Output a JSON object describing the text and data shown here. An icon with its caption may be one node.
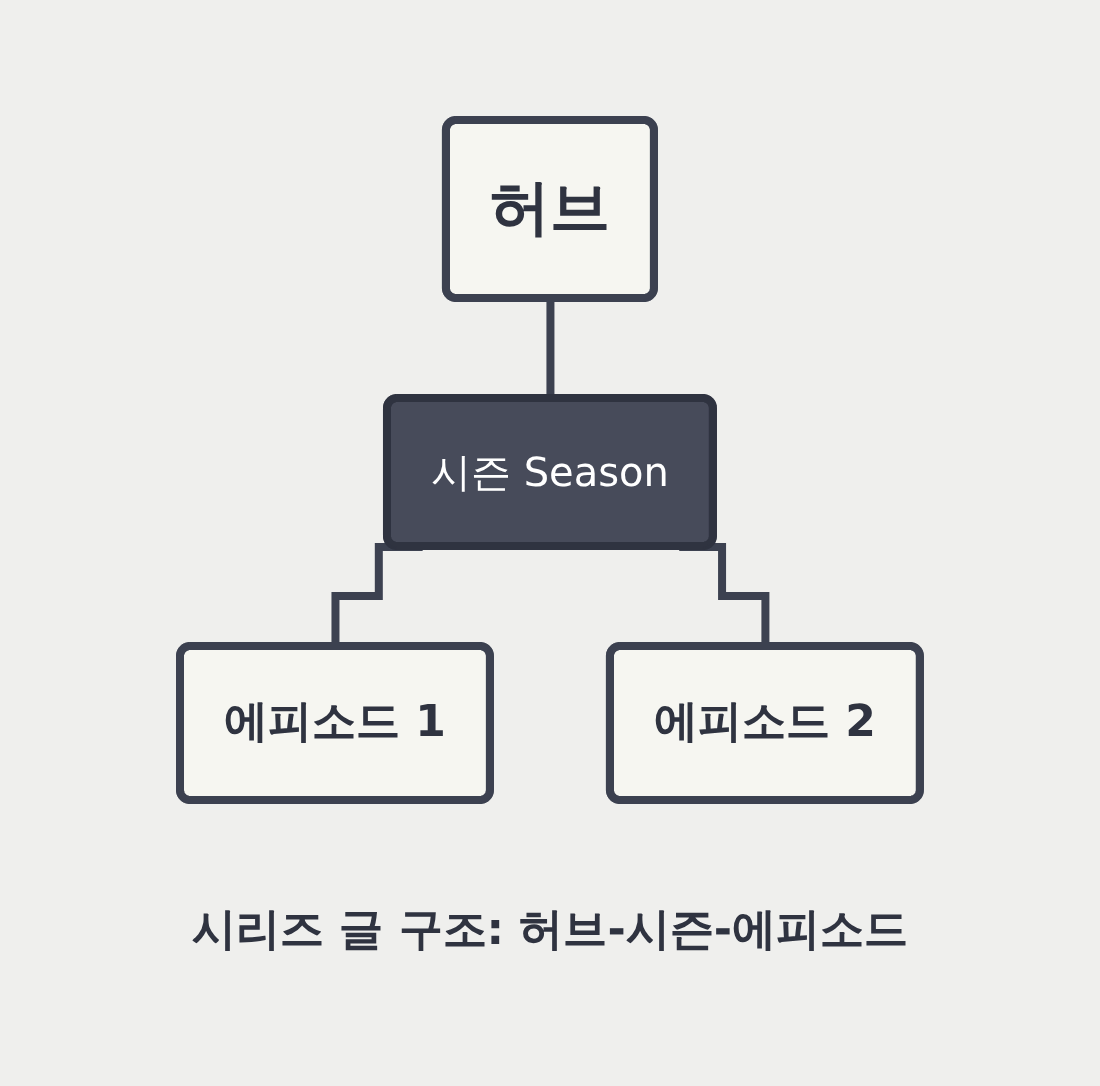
{
  "diagram": {
    "caption": "시리즈 글 구조: 허브-시즌-에피소드",
    "nodes": [
      {
        "text": [
          "허브"
        ]
      },
      {
        "text": [
          "시즌 Season"
        ]
      },
      {
        "text": [
          "에피소드 1"
        ]
      },
      {
        "text": [
          "에피소드 2"
        ]
      }
    ],
    "edges": [
      {
        "from": 0,
        "to": 1,
        "arrow": "none"
      },
      {
        "from": 1,
        "to": 2,
        "arrow": "none"
      },
      {
        "from": 1,
        "to": 3,
        "arrow": "none"
      }
    ]
  }
}
